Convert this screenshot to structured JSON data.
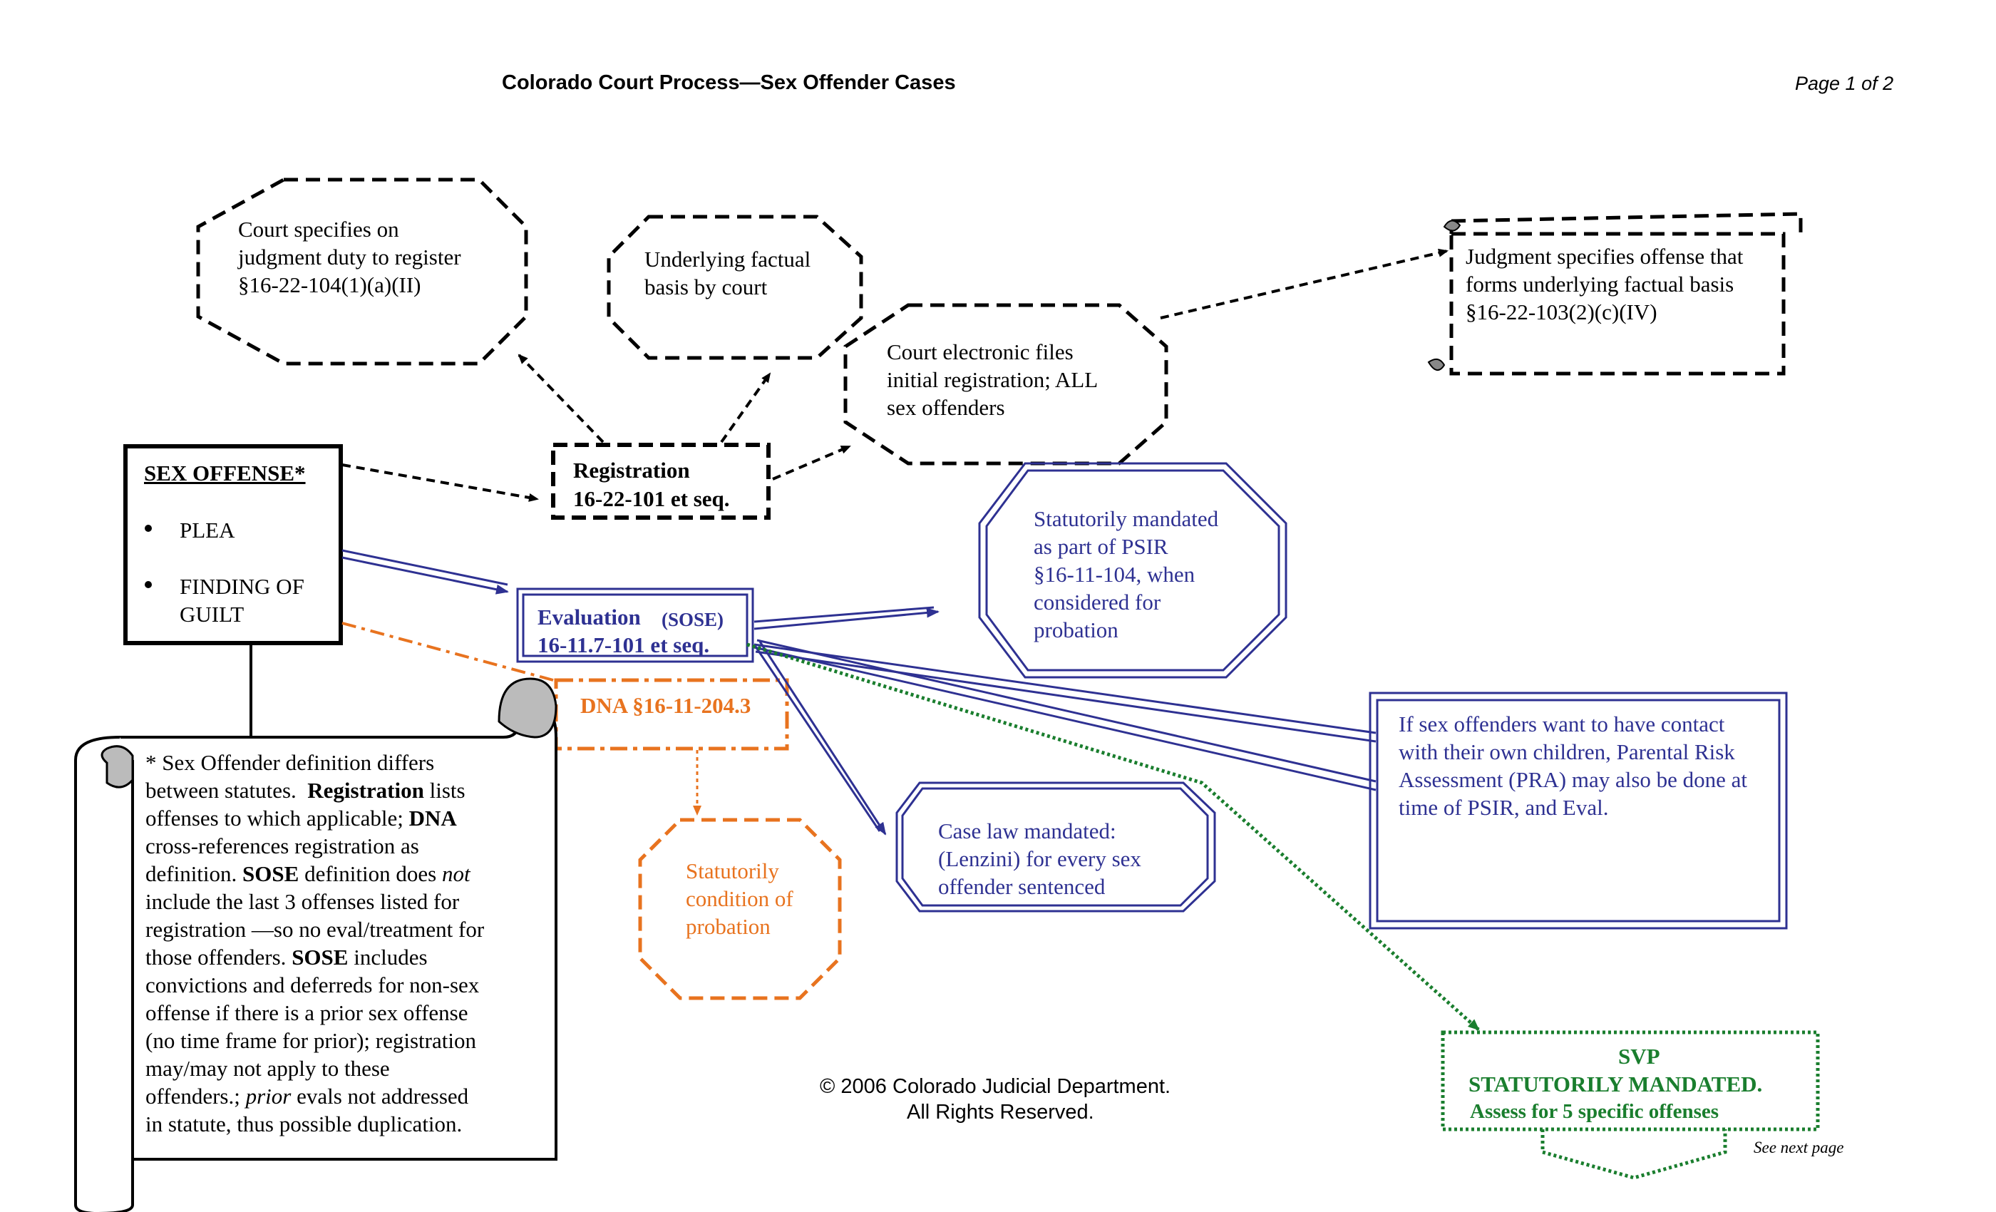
{
  "header": {
    "title": "Colorado Court Process—Sex Offender Cases",
    "page": "Page 1 of 2"
  },
  "nodes": {
    "court_specifies": {
      "line1": "Court specifies on",
      "line2": "judgment duty to register",
      "line3": "§16-22-104(1)(a)(II)"
    },
    "underlying": {
      "line1": "Underlying factual",
      "line2": "basis by court"
    },
    "electronic": {
      "line1": "Court electronic files",
      "line2": "initial registration; ALL",
      "line3": "sex offenders"
    },
    "judgment": {
      "line1": "Judgment specifies offense that",
      "line2": "forms underlying factual basis",
      "line3": "§16-22-103(2)(c)(IV)"
    },
    "sex_offense": {
      "title": "SEX OFFENSE*",
      "bullet1": "PLEA",
      "bullet2a": "FINDING OF",
      "bullet2b": "GUILT"
    },
    "registration": {
      "line1": "Registration",
      "line2": "16-22-101 et seq."
    },
    "evaluation": {
      "label": "Evaluation",
      "abbr": "(SOSE)",
      "line2": "16-11.7-101 et seq."
    },
    "psir": {
      "line1": "Statutorily mandated",
      "line2": "as part of PSIR",
      "line3": "§16-11-104, when",
      "line4": "considered for",
      "line5": "probation"
    },
    "dna": {
      "label": "DNA §16-11-204.3"
    },
    "probation": {
      "line1": "Statutorily",
      "line2": "condition of",
      "line3": "probation"
    },
    "case_law": {
      "line1": "Case law mandated:",
      "line2": "(Lenzini) for every sex",
      "line3": "offender sentenced"
    },
    "pra": {
      "line1": "If sex offenders want to have contact",
      "line2": "with their own children, Parental Risk",
      "line3": "Assessment (PRA) may also be done at",
      "line4": "time of PSIR, and Eval."
    },
    "svp": {
      "line1": "SVP",
      "line2": "STATUTORILY MANDATED.",
      "line3": "Assess for 5 specific offenses",
      "see_next": "See next page"
    }
  },
  "scroll_note": {
    "l1a": "* Sex Offender definition differs",
    "l2a": "between statutes.",
    "l2b": "Registration",
    "l2c": "lists",
    "l3": "offenses to which applicable;",
    "l3b": "DNA",
    "l4": "cross-references registration as",
    "l5a": "definition.",
    "l5b": "SOSE",
    "l5c": "definition does",
    "l5d": "not",
    "l6": "include the last 3 offenses listed for",
    "l7": "registration —so no eval/treatment for",
    "l8a": "those offenders.",
    "l8b": "SOSE",
    "l8c": "includes",
    "l9": "convictions and deferreds for non-sex",
    "l10": "offense if there is a prior sex offense",
    "l11": "(no time frame for prior); registration",
    "l12": "may/may not apply to these",
    "l13a": "offenders.;",
    "l13b": "prior",
    "l13c": "evals not addressed",
    "l14": "in statute, thus possible duplication."
  },
  "copyright": {
    "line1": "© 2006 Colorado Judicial Department.",
    "line2": "All Rights Reserved."
  },
  "colors": {
    "navy": "#2e3192",
    "orange": "#e8731f",
    "green": "#1a7e2e",
    "black": "#000000"
  }
}
